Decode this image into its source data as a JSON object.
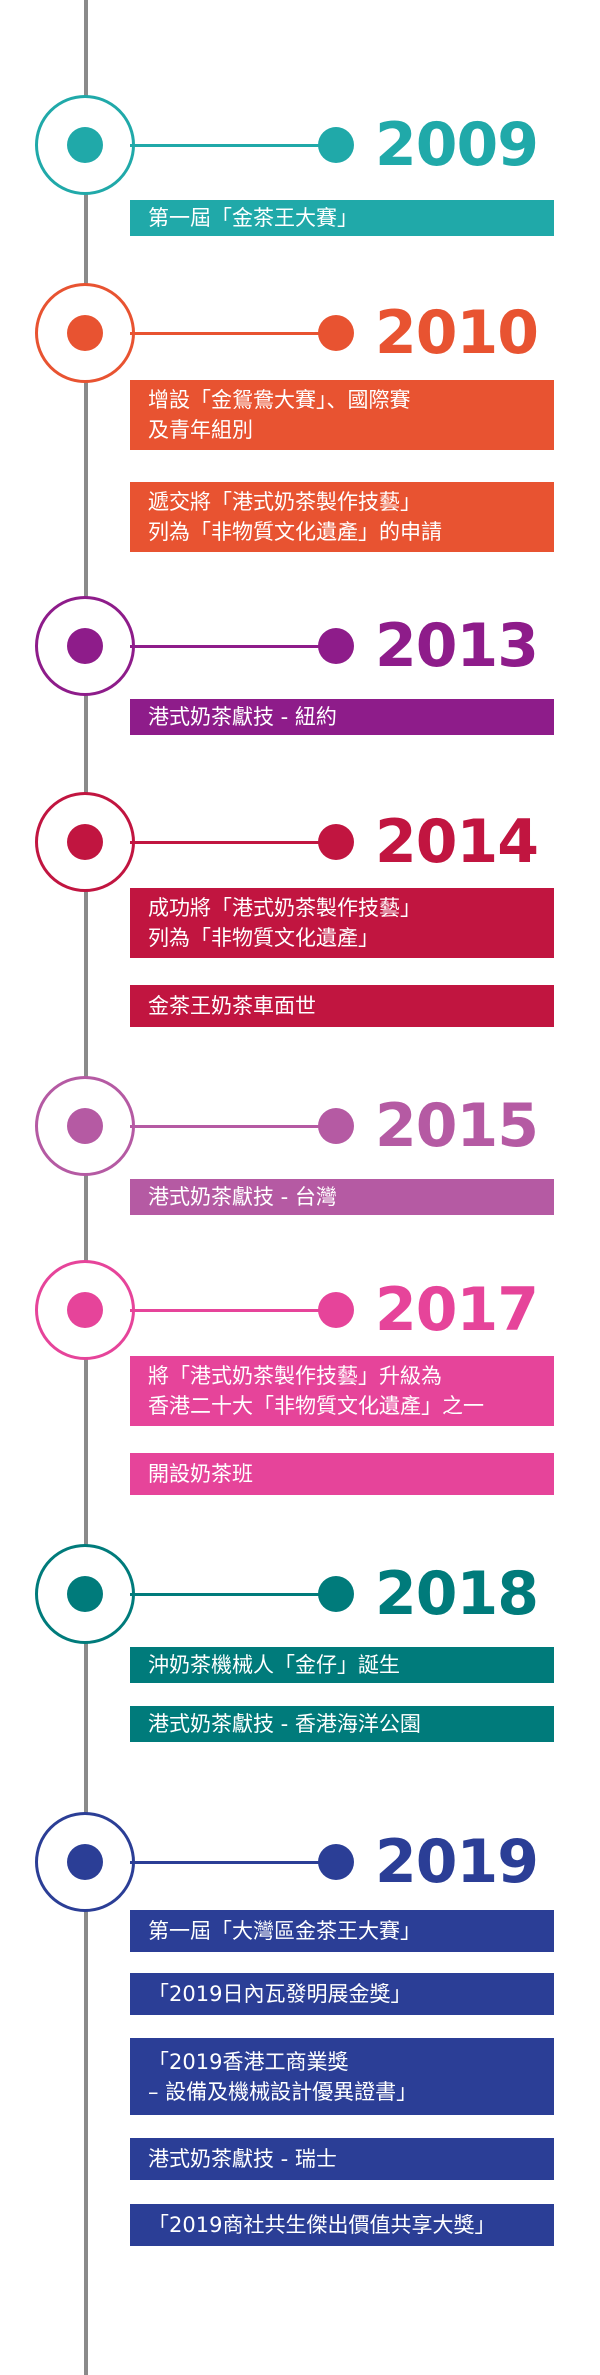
{
  "colors": {
    "axis": "#8a8a8a",
    "y2009": "#20a9a9",
    "y2010": "#e85331",
    "y2013": "#8e1c8a",
    "y2014": "#c11540",
    "y2015": "#b55aa3",
    "y2017": "#e6449a",
    "y2018": "#007b7b",
    "y2019": "#2b3e96"
  },
  "timeline": [
    {
      "year": "2009",
      "events": [
        {
          "lines": [
            "第一屆「金茶王大賽」"
          ]
        }
      ]
    },
    {
      "year": "2010",
      "events": [
        {
          "lines": [
            "增設「金鴛鴦大賽」、國際賽",
            "及青年組別"
          ]
        },
        {
          "lines": [
            "遞交將「港式奶茶製作技藝」",
            "列為「非物質文化遺產」的申請"
          ]
        }
      ]
    },
    {
      "year": "2013",
      "events": [
        {
          "lines": [
            "港式奶茶獻技 - 紐約"
          ]
        }
      ]
    },
    {
      "year": "2014",
      "events": [
        {
          "lines": [
            "成功將「港式奶茶製作技藝」",
            "列為「非物質文化遺產」"
          ]
        },
        {
          "lines": [
            "金茶王奶茶車面世"
          ]
        }
      ]
    },
    {
      "year": "2015",
      "events": [
        {
          "lines": [
            "港式奶茶獻技 - 台灣"
          ]
        }
      ]
    },
    {
      "year": "2017",
      "events": [
        {
          "lines": [
            "將「港式奶茶製作技藝」升級為",
            "香港二十大「非物質文化遺產」之一"
          ]
        },
        {
          "lines": [
            "開設奶茶班"
          ]
        }
      ]
    },
    {
      "year": "2018",
      "events": [
        {
          "lines": [
            "沖奶茶機械人「金仔」誕生"
          ]
        },
        {
          "lines": [
            "港式奶茶獻技 - 香港海洋公園"
          ]
        }
      ]
    },
    {
      "year": "2019",
      "events": [
        {
          "lines": [
            "第一屆「大灣區金茶王大賽」"
          ]
        },
        {
          "lines": [
            "「2019日內瓦發明展金獎」"
          ]
        },
        {
          "lines": [
            "「2019香港工商業獎",
            "– 設備及機械設計優異證書」"
          ]
        },
        {
          "lines": [
            "港式奶茶獻技 - 瑞士"
          ]
        },
        {
          "lines": [
            "「2019商社共生傑出價值共享大獎」"
          ]
        }
      ]
    }
  ]
}
